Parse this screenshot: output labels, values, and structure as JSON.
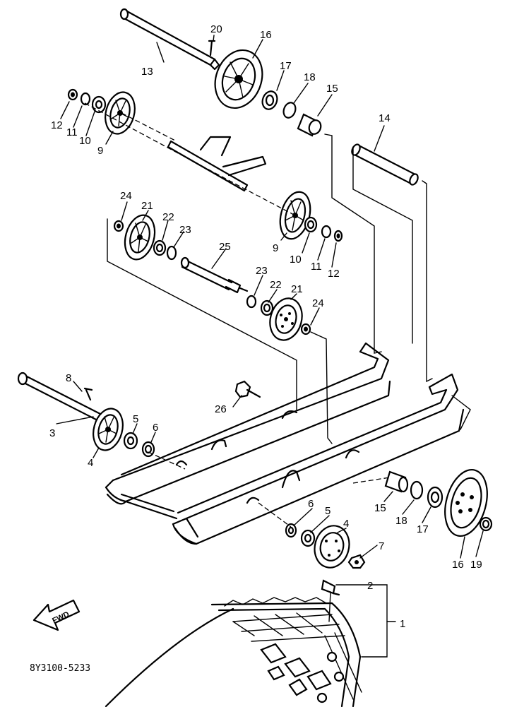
{
  "labels": {
    "l20": "20",
    "l16a": "16",
    "l13": "13",
    "l17a": "17",
    "l18a": "18",
    "l15a": "15",
    "l12a": "12",
    "l11a": "11",
    "l10a": "10",
    "l9a": "9",
    "l14": "14",
    "l24a": "24",
    "l21a": "21",
    "l22a": "22",
    "l23a": "23",
    "l25": "25",
    "l9b": "9",
    "l10b": "10",
    "l11b": "11",
    "l12b": "12",
    "l23b": "23",
    "l22b": "22",
    "l21b": "21",
    "l24b": "24",
    "l8": "8",
    "l26": "26",
    "l3": "3",
    "l5a": "5",
    "l6a": "6",
    "l4a": "4",
    "l6b": "6",
    "l5b": "5",
    "l4b": "4",
    "l7": "7",
    "l15b": "15",
    "l18b": "18",
    "l17b": "17",
    "l16b": "16",
    "l19": "19",
    "l2": "2",
    "l1": "1"
  },
  "fwd_label": "FWD",
  "diagram_code": "8Y3100-5233"
}
